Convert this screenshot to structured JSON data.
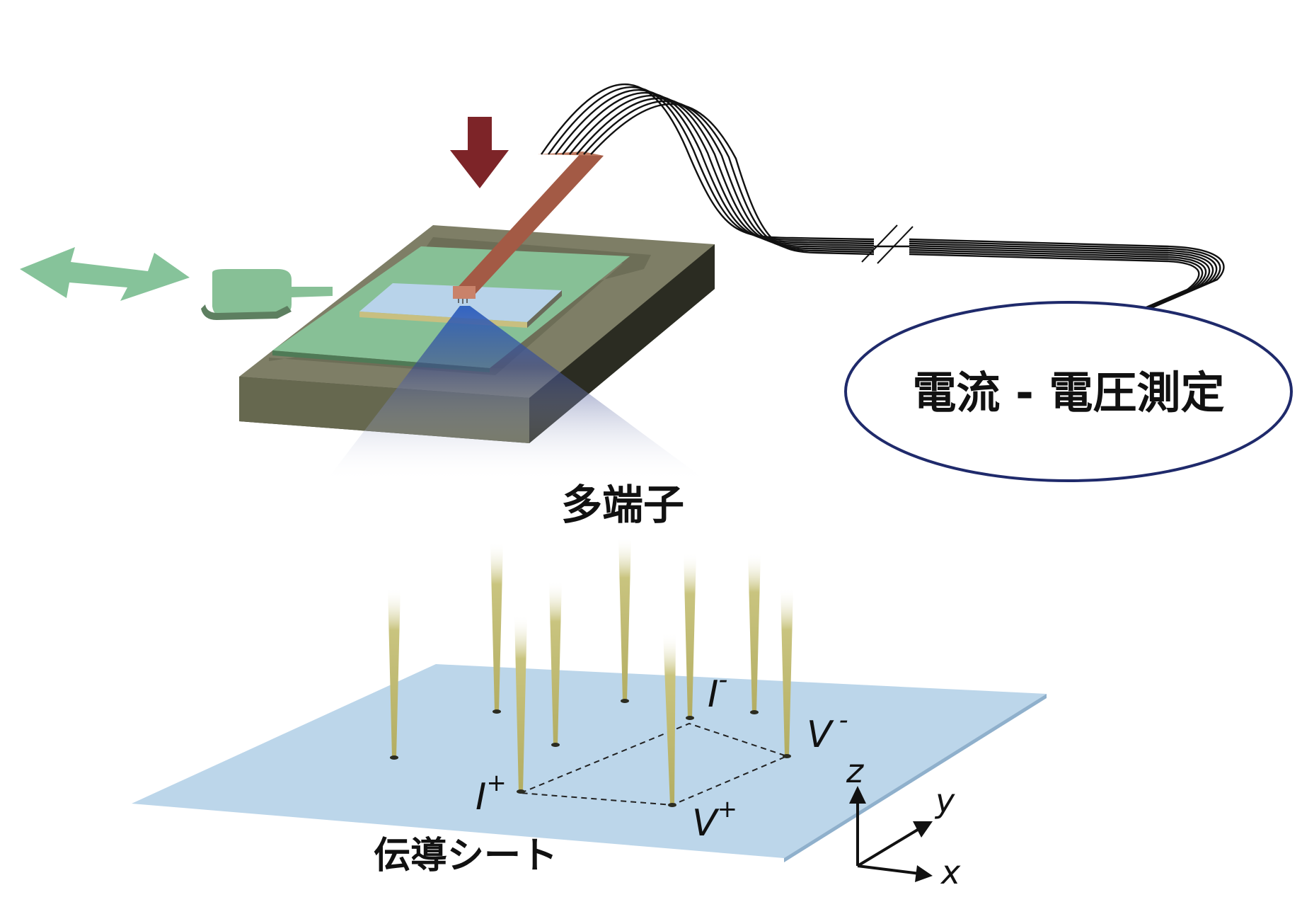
{
  "labels": {
    "measurement": "電流 - 電圧測定",
    "multi_terminal": "多端子",
    "conductive_sheet": "伝導シート"
  },
  "terminals": {
    "i_plus": "I",
    "i_plus_sup": "+",
    "i_minus": "I",
    "i_minus_sup": "-",
    "v_plus": "V",
    "v_plus_sup": "+",
    "v_minus": "V",
    "v_minus_sup": "-"
  },
  "axes": {
    "x": "x",
    "y": "y",
    "z": "z"
  },
  "colors": {
    "arrow_green": "#86c39a",
    "stage_green": "#87c096",
    "base_top": "#7e7e66",
    "base_front": "#66684f",
    "base_side": "#2b2c22",
    "sample_blue": "#b8d3ea",
    "probe_arm": "#a35a45",
    "down_arrow": "#7d2428",
    "sheet_blue": "#bcd6ea",
    "tip_olive": "#c9c47f",
    "ellipse_stroke": "#1f2a6b"
  }
}
